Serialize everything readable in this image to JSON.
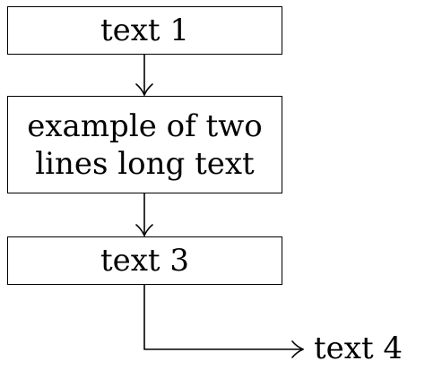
{
  "nodes": {
    "box1": {
      "label": "text 1"
    },
    "box2": {
      "lines": [
        "example of two",
        "lines long text"
      ]
    },
    "box3": {
      "label": "text 3"
    },
    "end": {
      "label": "text 4"
    }
  },
  "colors": {
    "stroke": "#000000",
    "background": "#ffffff"
  }
}
